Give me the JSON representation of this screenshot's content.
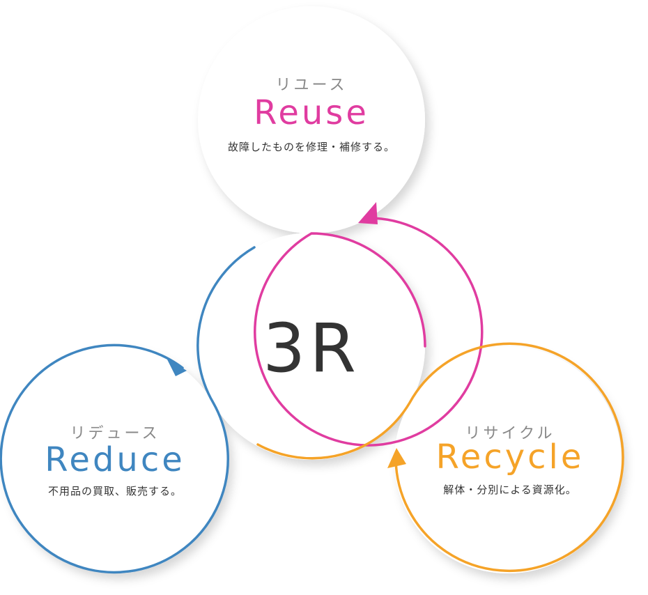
{
  "center": {
    "label": "3R"
  },
  "colors": {
    "reuse": "#e03ca0",
    "reduce": "#3f86c0",
    "recycle": "#f5a328",
    "kana": "#888888",
    "text": "#333333"
  },
  "reuse": {
    "kana": "リユース",
    "title": "Reuse",
    "desc": "故障したものを修理・補修する。"
  },
  "reduce": {
    "kana": "リデュース",
    "title": "Reduce",
    "desc": "不用品の買取、販売する。"
  },
  "recycle": {
    "kana": "リサイクル",
    "title": "Recycle",
    "desc": "解体・分別による資源化。"
  }
}
